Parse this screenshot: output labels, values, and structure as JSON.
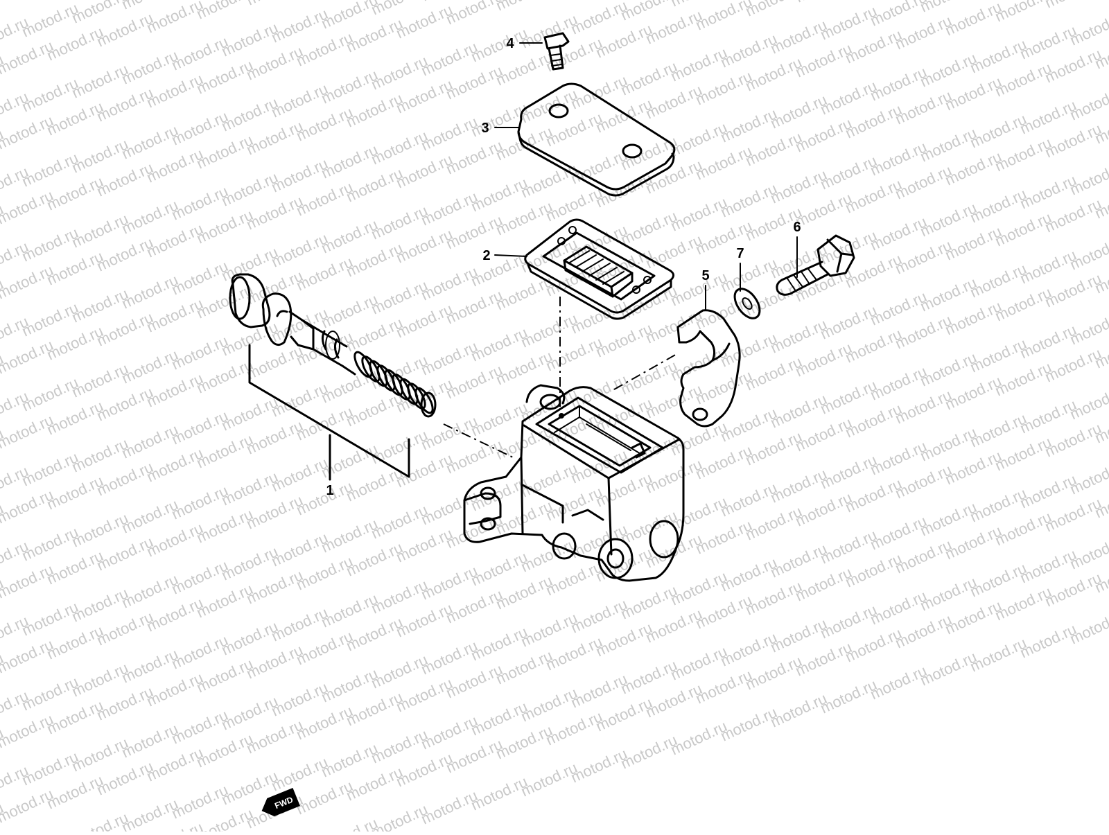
{
  "watermark": {
    "text": "motod.ru"
  },
  "callouts": [
    "1",
    "2",
    "3",
    "4",
    "5",
    "6",
    "7"
  ],
  "fwd_badge": {
    "text": "FWD"
  }
}
